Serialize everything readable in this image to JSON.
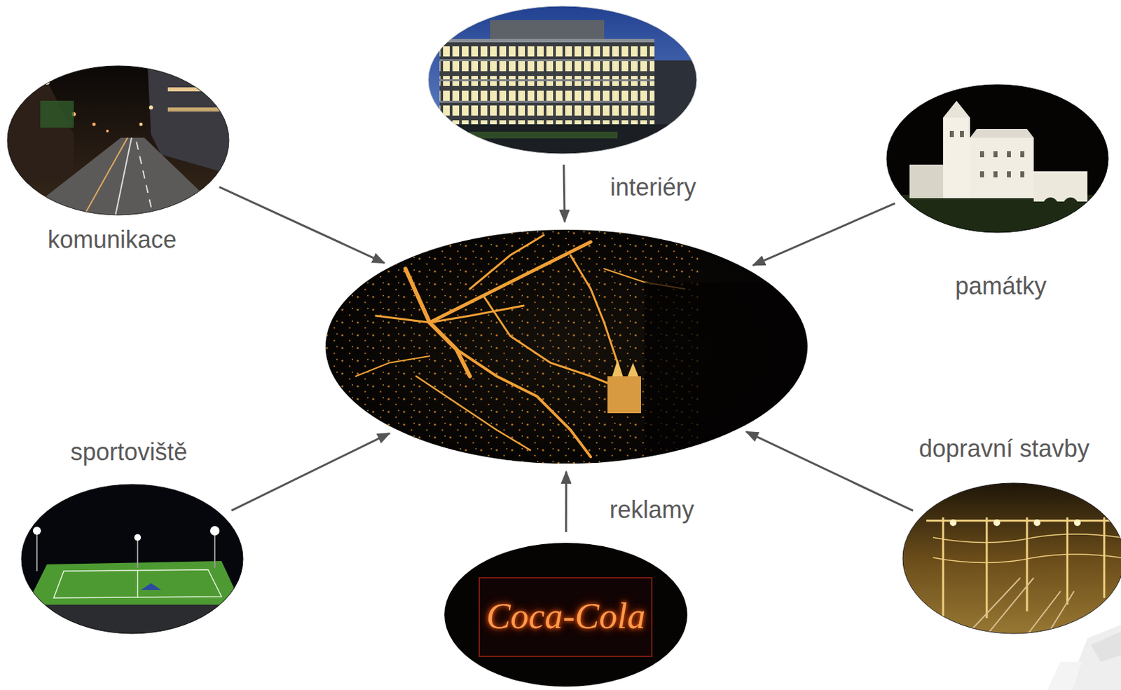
{
  "diagram": {
    "nodes": [
      {
        "text": [
          "interiéry"
        ]
      },
      {
        "text": [
          "komunikace"
        ]
      },
      {
        "text": [
          "památky"
        ]
      },
      {
        "text": []
      },
      {
        "text": [
          "sportoviště"
        ]
      },
      {
        "text": [
          "dopravní stavby"
        ]
      },
      {
        "text": [
          "reklamy"
        ]
      }
    ],
    "edges": [
      {
        "from": 0,
        "to": 3,
        "arrow": "to"
      },
      {
        "from": 1,
        "to": 3,
        "arrow": "to"
      },
      {
        "from": 2,
        "to": 3,
        "arrow": "to"
      },
      {
        "from": 4,
        "to": 3,
        "arrow": "to"
      },
      {
        "from": 5,
        "to": 3,
        "arrow": "to"
      },
      {
        "from": 6,
        "to": 3,
        "arrow": "to"
      }
    ],
    "labels": [
      "Coca-Cola"
    ]
  }
}
